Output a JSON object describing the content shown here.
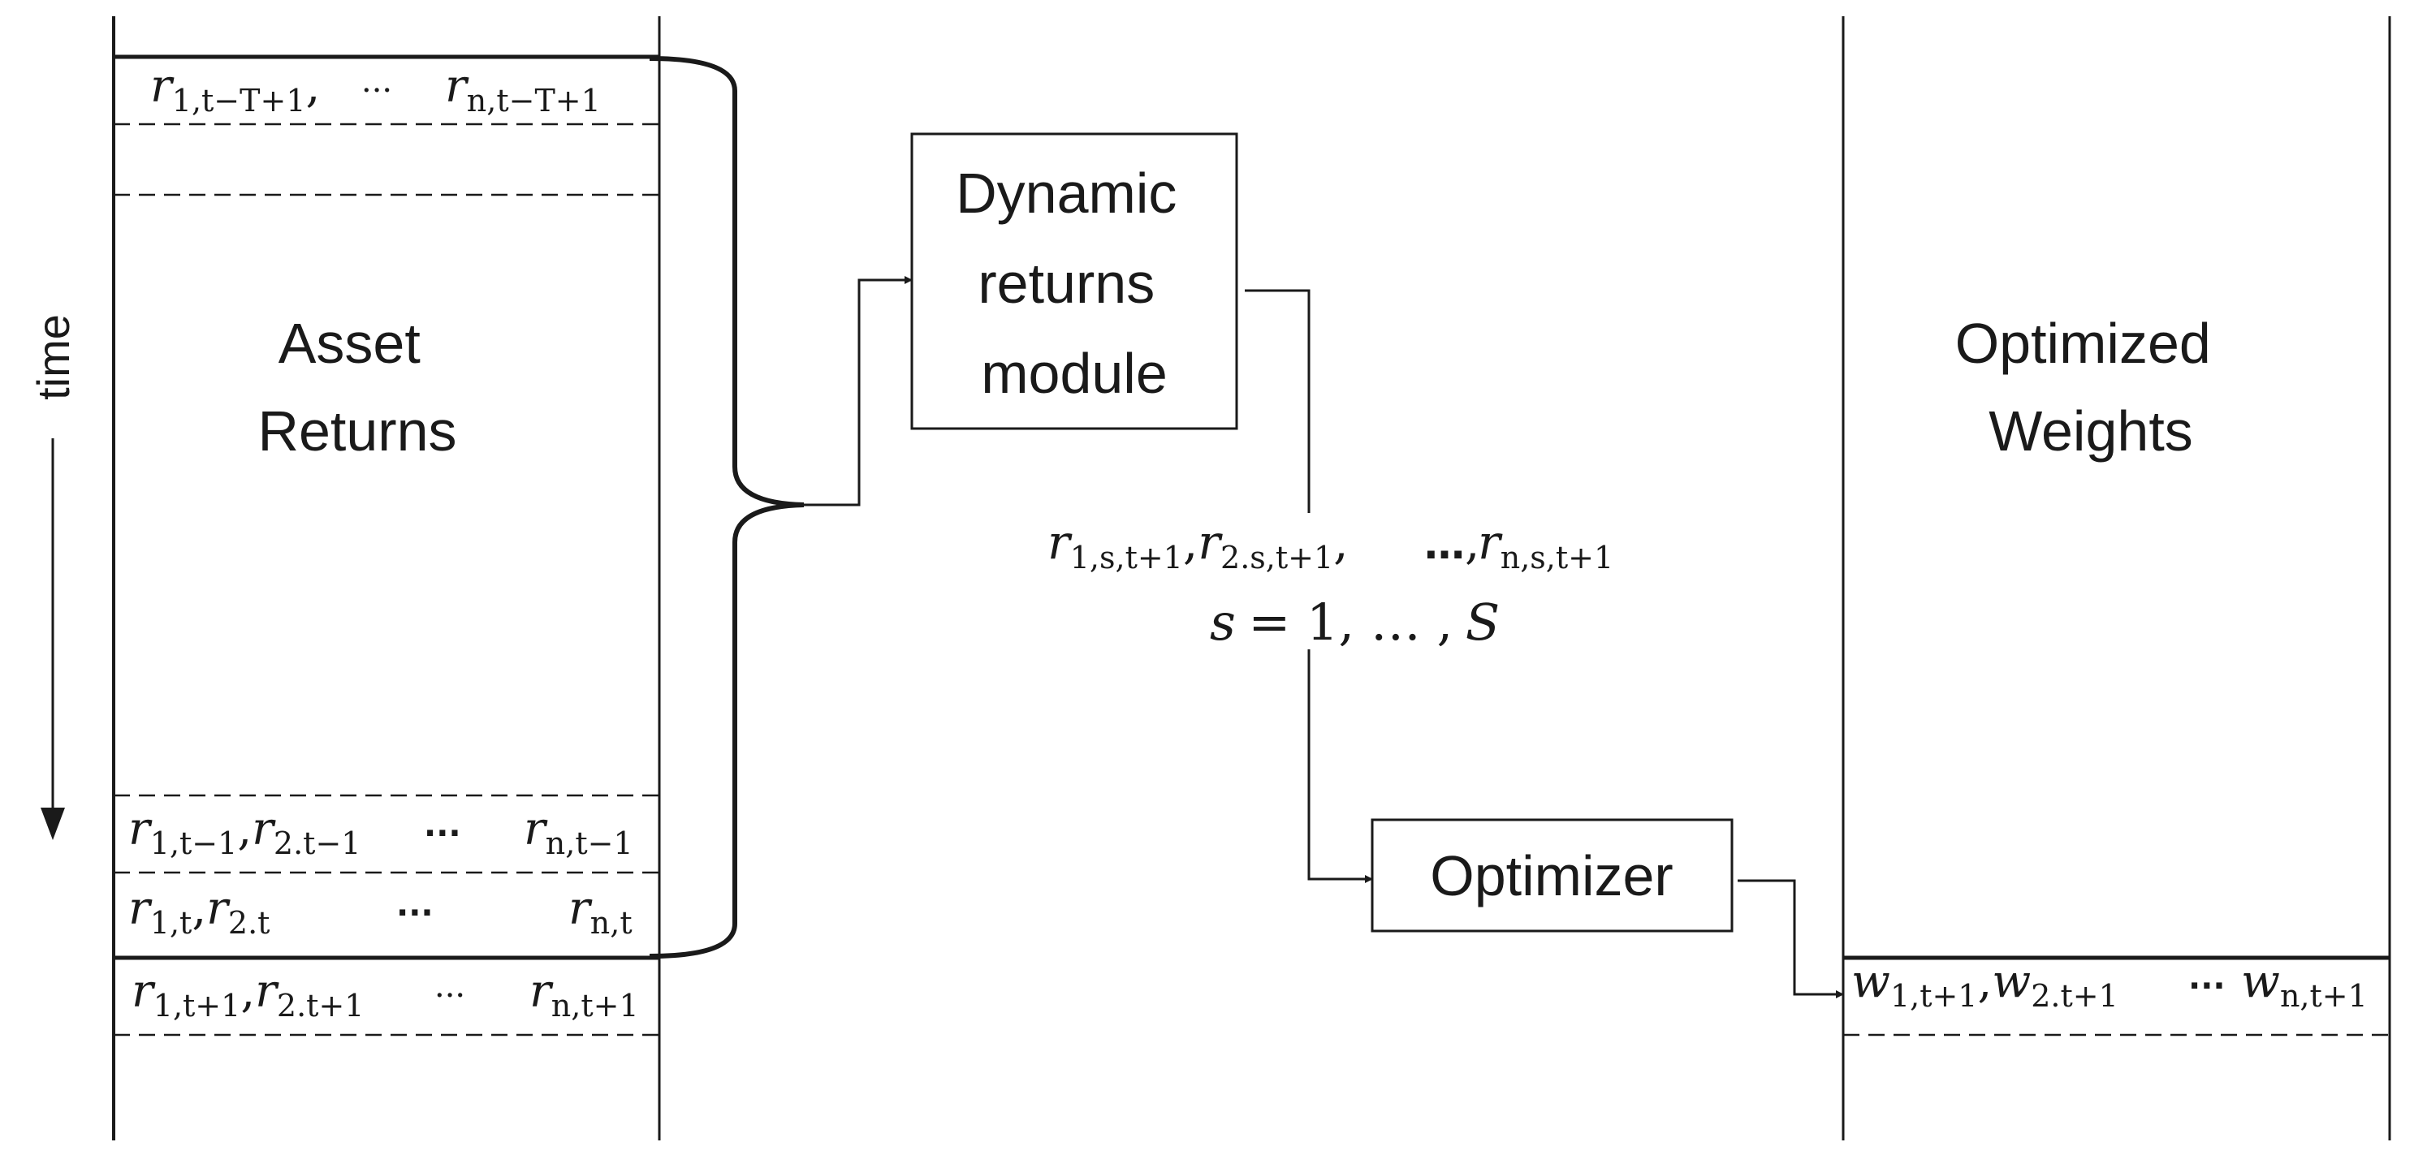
{
  "time_axis": {
    "label": "time"
  },
  "asset_panel": {
    "title_line1": "Asset",
    "title_line2": "Returns",
    "rows": {
      "first": {
        "a": "r",
        "a_sub": "1,t−T+1",
        "a_sep": ",",
        "dots": "···",
        "n": "r",
        "n_sub": "n,t−T+1"
      },
      "prev": {
        "a": "r",
        "a_sub": "1,t−1",
        "b": "r",
        "b_sub": "2.t−1",
        "sep": ",",
        "dots": "···",
        "n": "r",
        "n_sub": "n,t−1"
      },
      "current": {
        "a": "r",
        "a_sub": "1,t",
        "b": "r",
        "b_sub": "2.t",
        "sep": ",",
        "dots": "···",
        "n": "r",
        "n_sub": "n,t"
      },
      "next": {
        "a": "r",
        "a_sub": "1,t+1",
        "b": "r",
        "b_sub": "2.t+1",
        "sep": ",",
        "dots": "···",
        "n": "r",
        "n_sub": "n,t+1"
      }
    }
  },
  "dynamic_module": {
    "line1": "Dynamic",
    "line2": "returns",
    "line3": "module"
  },
  "simulated_returns": {
    "a": "r",
    "a_sub": "1,s,t+1",
    "b": "r",
    "b_sub": "2.s,t+1",
    "sep": ",",
    "dots": "…",
    "n": "r",
    "n_sub": "n,s,t+1",
    "scenario_var": "s",
    "scenario_eq": "= 1, … ,",
    "scenario_end": "S"
  },
  "optimizer": {
    "label": "Optimizer"
  },
  "weights_panel": {
    "title_line1": "Optimized",
    "title_line2": "Weights",
    "row": {
      "a": "w",
      "a_sub": "1,t+1",
      "b": "w",
      "b_sub": "2.t+1",
      "sep": ",",
      "dots": "···",
      "n": "w",
      "n_sub": "n,t+1"
    }
  }
}
